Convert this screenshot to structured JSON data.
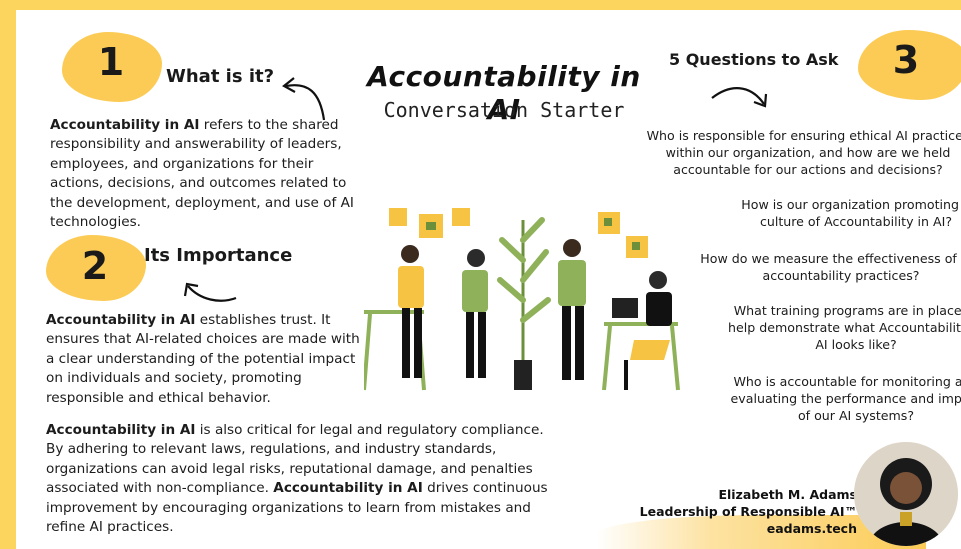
{
  "title": "Accountability in AI",
  "subtitle": "Conversation Starter",
  "section1": {
    "number": "1",
    "heading": "What is it?",
    "lead_bold": "Accountability in AI",
    "body": " refers to the shared responsibility and answerability of leaders, employees, and organizations for their actions, decisions, and outcomes related to the development, deployment, and use of AI technologies."
  },
  "section2": {
    "number": "2",
    "heading": "Its Importance",
    "p1_bold": "Accountability in AI",
    "p1_body": " establishes trust. It ensures that AI-related choices are made with a clear understanding of the potential impact on individuals and society, promoting responsible and ethical behavior.",
    "p2_bold": "Accountability in AI",
    "p2_body": " is also critical for legal and regulatory compliance. By adhering to relevant laws, regulations, and industry standards, organizations can avoid legal risks, reputational damage, and penalties associated with non-compliance. ",
    "p2_bold2": "Accountability in AI",
    "p2_body2": " drives continuous improvement by encouraging organizations to learn from mistakes and refine AI practices."
  },
  "section3": {
    "number": "3",
    "heading": "5 Questions to Ask",
    "questions": [
      "Who is responsible for ensuring ethical AI practices within our organization, and how are we held accountable for our actions and decisions?",
      "How is our organization promoting a culture of Accountability in AI?",
      "How do we measure the effectiveness of our accountability practices?",
      "What training programs are in place to help demonstrate what Accountability in AI looks like?",
      "Who is accountable for monitoring and evaluating the performance and impact of our AI systems?"
    ]
  },
  "signature": {
    "name": "Elizabeth M. Adams",
    "role": "Leadership of Responsible AI™",
    "site": "eadams.tech"
  },
  "colors": {
    "accent": "#fbcb55",
    "border": "#fcd55f",
    "green": "#8fb15a",
    "dark": "#1a1a1a"
  }
}
